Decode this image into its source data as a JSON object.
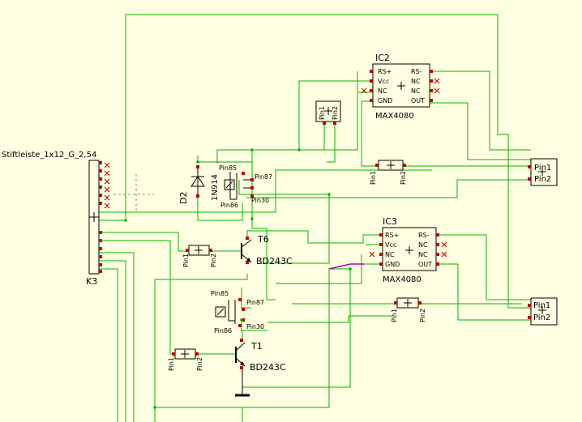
{
  "connector": {
    "name": "Stiftleiste_1x12_G_2,54",
    "ref": "K3"
  },
  "ic_top": {
    "ref": "IC2",
    "value": "MAX4080",
    "left_pins": [
      "RS+",
      "Vcc",
      "NC",
      "GND"
    ],
    "right_pins": [
      "RS-",
      "NC",
      "NC",
      "OUT"
    ]
  },
  "ic_bottom": {
    "ref": "IC3",
    "value": "MAX4080",
    "left_pins": [
      "RS+",
      "Vcc",
      "NC",
      "GND"
    ],
    "right_pins": [
      "RS-",
      "NC",
      "NC",
      "OUT"
    ]
  },
  "diode": {
    "ref": "D2",
    "value": "1N914"
  },
  "transistor_top": {
    "ref": "T6",
    "value": "BD243C"
  },
  "transistor_bottom": {
    "ref": "T1",
    "value": "BD243C"
  },
  "relay_top": {
    "pins": [
      "Pin85",
      "Pin87",
      "Pin30",
      "Pin86"
    ]
  },
  "relay_bottom": {
    "pins": [
      "Pin85",
      "Pin87",
      "Pin30",
      "Pin86"
    ]
  },
  "two_pin_labels": {
    "pin1": "Pin1",
    "pin2": "Pin2"
  },
  "colors": {
    "background": "#ffffe1",
    "wire": "#00b400",
    "component": "#000000",
    "pin_marker": "#c00000",
    "unconnected": "#b00000",
    "net_highlight": "#b000b0",
    "guide": "#8a8a8a"
  }
}
